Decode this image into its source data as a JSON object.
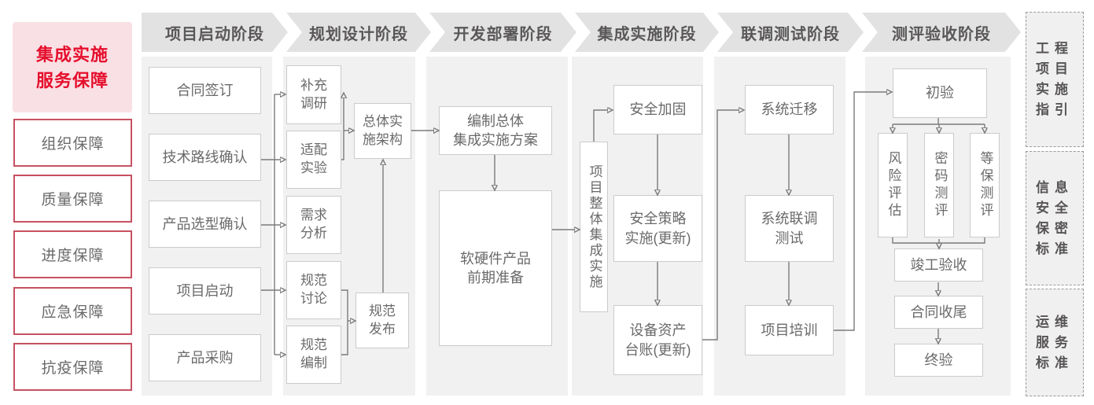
{
  "left_panel": {
    "title_line1": "集成实施",
    "title_line2": "服务保障",
    "items": [
      "组织保障",
      "质量保障",
      "进度保障",
      "应急保障",
      "抗疫保障"
    ]
  },
  "phases": [
    {
      "label": "项目启动阶段",
      "boxes": [
        "合同签订",
        "技术路线确认",
        "产品选型确认",
        "项目启动",
        "产品采购"
      ]
    },
    {
      "label": "规划设计阶段",
      "boxes": [
        "补充\n调研",
        "适配\n实验",
        "需求\n分析",
        "规范\n讨论",
        "规范\n编制",
        "总体实\n施架构",
        "规范\n发布"
      ]
    },
    {
      "label": "开发部署阶段",
      "boxes": [
        "编制总体\n集成实施方案",
        "软硬件产品\n前期准备"
      ]
    },
    {
      "label": "集成实施阶段",
      "boxes": [
        "项目整体集成实施",
        "安全加固",
        "安全策略\n实施(更新)",
        "设备资产\n台账(更新)"
      ]
    },
    {
      "label": "联调测试阶段",
      "boxes": [
        "系统迁移",
        "系统联调\n测试",
        "项目培训"
      ]
    },
    {
      "label": "测评验收阶段",
      "boxes": [
        "初验",
        "风险评估",
        "密码测评",
        "等保测评",
        "竣工验收",
        "合同收尾",
        "终验"
      ]
    }
  ],
  "right_panel": {
    "items": [
      "工程项目实施指引",
      "信息安全保密标准",
      "运维服务标准"
    ]
  },
  "colors": {
    "accent_red": "#e60e2c",
    "red_box_border": "#c75161",
    "panel_gray": "#f2f1f1",
    "chevron_gray": "#e3e2e2",
    "line_gray": "#7b7b7b",
    "box_border": "#cccbcb",
    "box_text": "#6b6969",
    "header_text": "#595757"
  }
}
